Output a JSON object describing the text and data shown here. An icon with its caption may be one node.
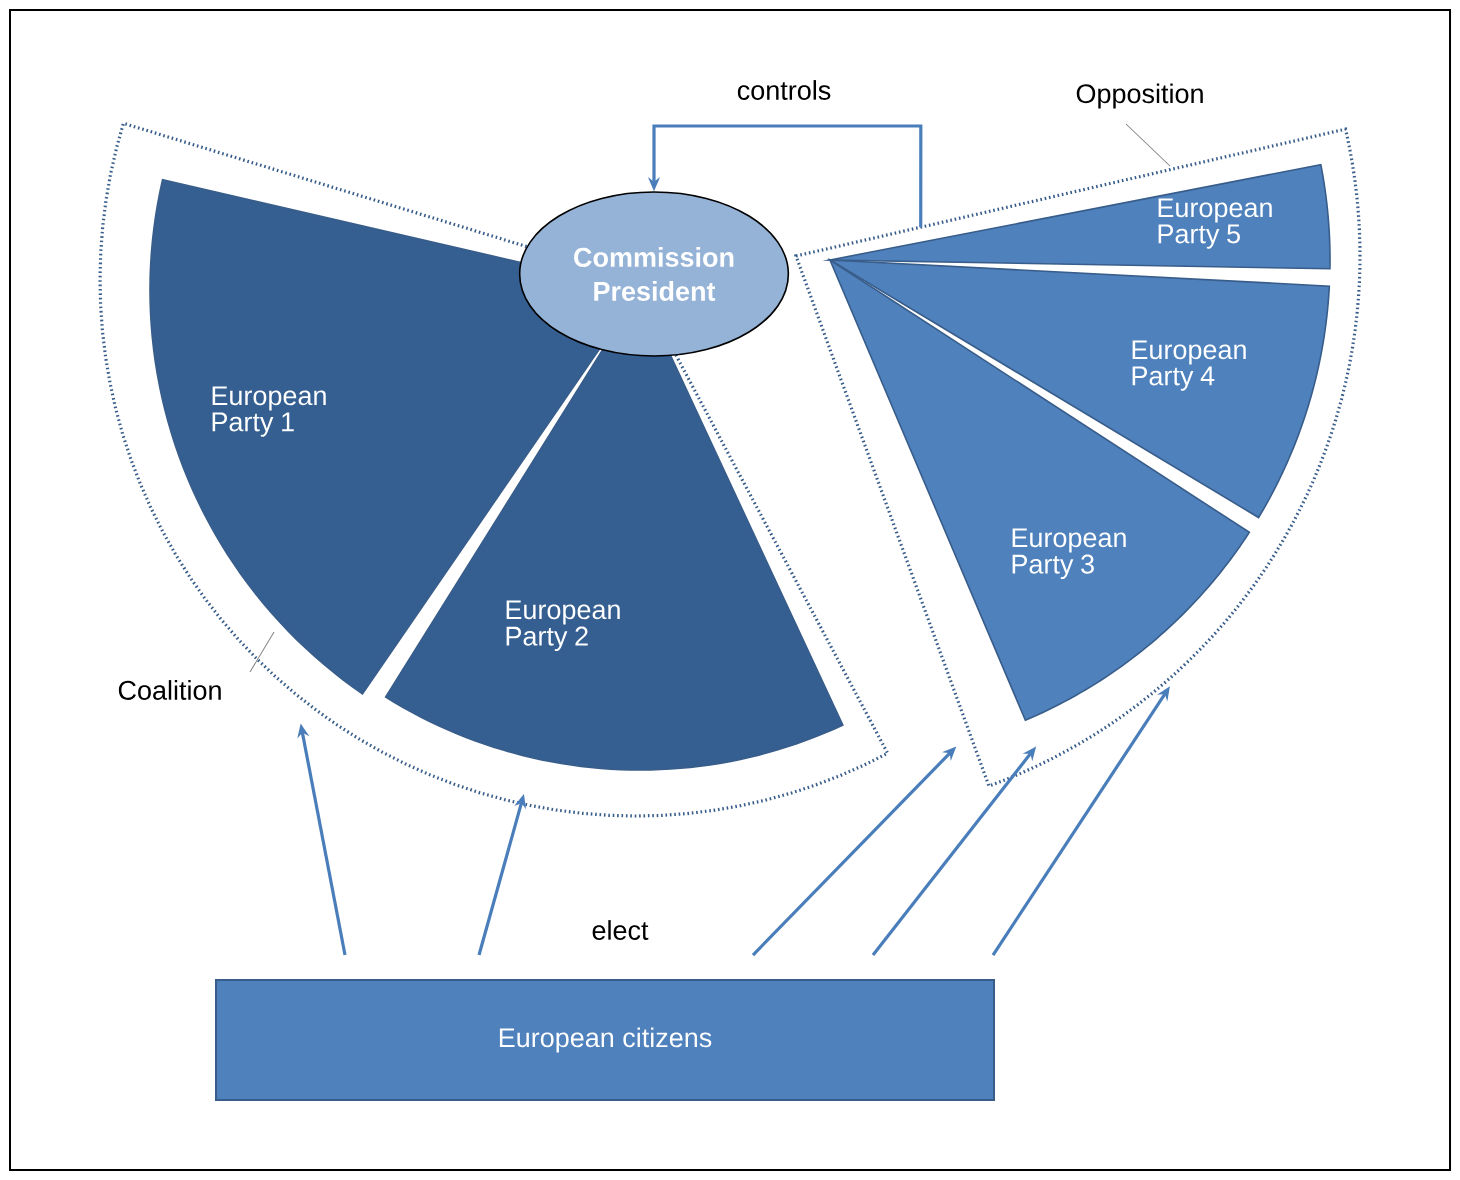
{
  "diagram": {
    "nodes": [
      {
        "text": [],
        "shape": "sector"
      },
      {
        "text": [
          "European Party 1"
        ],
        "in": 0
      },
      {
        "text": [
          "European Party 2"
        ],
        "in": 0
      },
      {
        "text": [
          "Commission President"
        ]
      },
      {
        "text": [],
        "shape": "sector"
      },
      {
        "text": [
          "European Party 5"
        ],
        "in": 4
      },
      {
        "text": [
          "European Party 4"
        ],
        "in": 4
      },
      {
        "text": [
          "European Party 3"
        ],
        "in": 4
      },
      {
        "text": [
          "European citizens"
        ]
      },
      {
        "text": [
          "Coalition"
        ]
      },
      {
        "text": [
          "Opposition"
        ]
      }
    ],
    "edges": [
      {
        "from": 4,
        "to": 3,
        "arrow": "to",
        "label": "controls"
      },
      {
        "from": 8,
        "to": 0,
        "arrow": "to"
      },
      {
        "from": 8,
        "to": 0,
        "arrow": "to"
      },
      {
        "from": 8,
        "to": 4,
        "arrow": "to"
      },
      {
        "from": 8,
        "to": 4,
        "arrow": "to"
      },
      {
        "from": 8,
        "to": 4,
        "arrow": "to"
      },
      {
        "from": 9,
        "to": 0,
        "arrow": "none"
      },
      {
        "from": 10,
        "to": 4,
        "arrow": "none"
      }
    ],
    "labels": [
      "elect"
    ]
  }
}
